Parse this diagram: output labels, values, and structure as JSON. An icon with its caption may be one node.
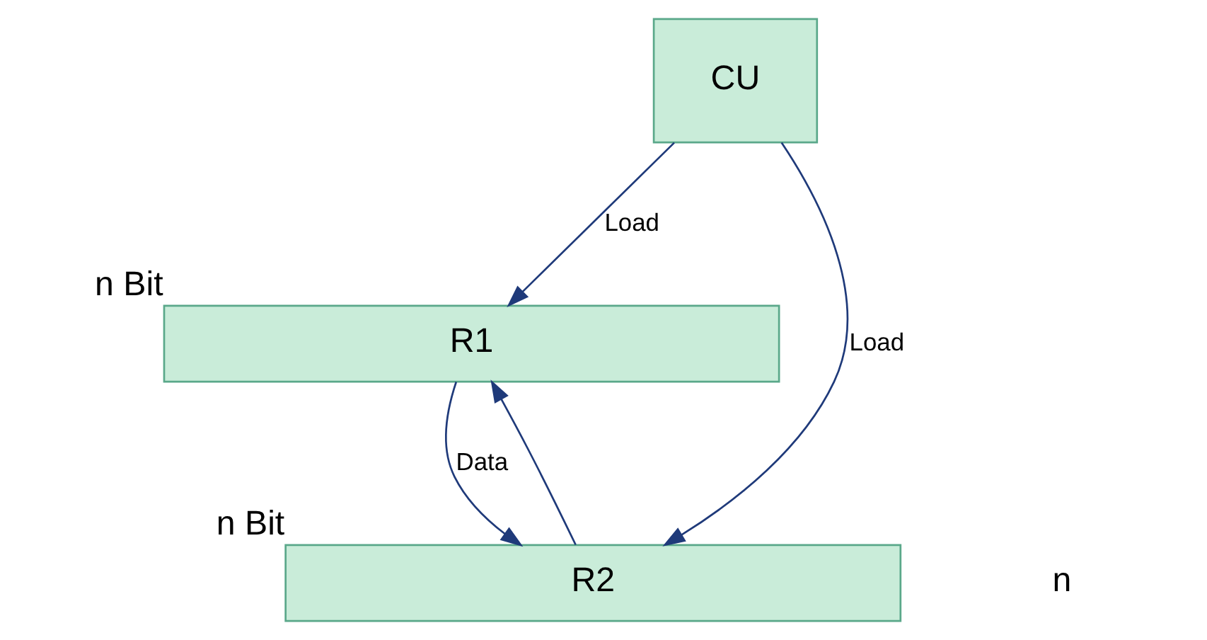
{
  "diagram": {
    "nodes": [
      {
        "text": [
          "R1"
        ],
        "beside": [
          "n Bit"
        ]
      },
      {
        "text": [
          "CU"
        ]
      },
      {
        "text": [
          "R2"
        ],
        "beside": [
          "n Bit"
        ]
      }
    ],
    "edges": [
      {
        "from": 1,
        "to": 0,
        "arrow": "to",
        "label": "Load"
      },
      {
        "from": 1,
        "to": 2,
        "arrow": "to",
        "label": "Load"
      },
      {
        "from": 0,
        "to": 2,
        "arrow": "to",
        "label": "Data"
      },
      {
        "from": 2,
        "to": 0,
        "arrow": "to"
      }
    ],
    "labels": [
      "n"
    ]
  }
}
